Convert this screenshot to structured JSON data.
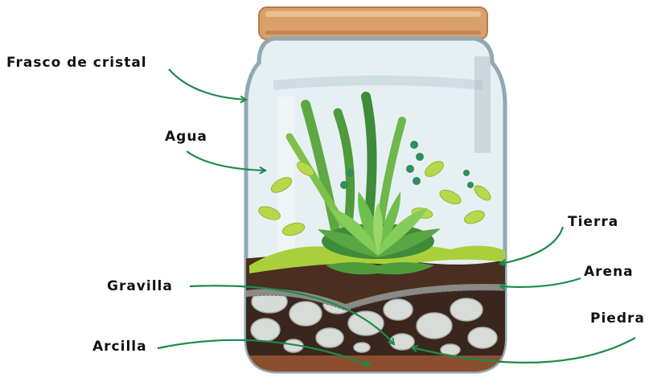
{
  "labels": {
    "jar": "Frasco de cristal",
    "water": "Agua",
    "soil": "Tierra",
    "sand": "Arena",
    "gravel": "Gravilla",
    "stone": "Piedra",
    "clay": "Arcilla"
  },
  "colors": {
    "arrow": "#1e8a4c",
    "lid": "#d9a06b",
    "soil": "#4a2e1f",
    "sand": "#8a8a86",
    "stones": "#d8dcd8",
    "clay": "#8b4f2f",
    "plant_light": "#a9cf3a",
    "plant_dark": "#3e8b3a",
    "glass": "#dde9ee"
  }
}
